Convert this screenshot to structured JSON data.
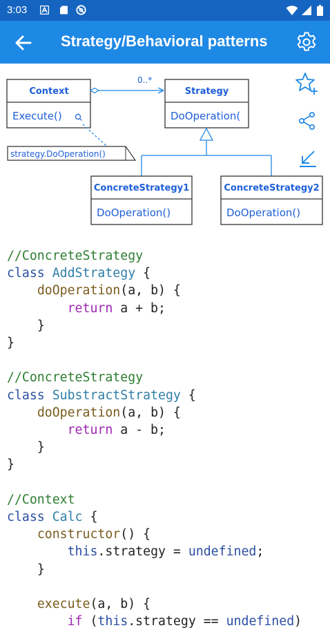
{
  "status_bar": {
    "time": "3:03",
    "icons": [
      "notification-a-icon",
      "sd-card-icon",
      "no-disturb-icon",
      "wifi-icon",
      "signal-icon",
      "battery-icon"
    ]
  },
  "app_bar": {
    "title": "Strategy/Behavioral patterns",
    "back_icon": "arrow-left-icon",
    "settings_icon": "gear-icon"
  },
  "diagram": {
    "context": {
      "name": "Context",
      "method": "Execute()"
    },
    "strategy": {
      "name": "Strategy",
      "method": "DoOperation("
    },
    "multiplicity": "0..*",
    "note": "strategy.DoOperation()",
    "concrete1": {
      "name": "ConcreteStrategy1",
      "method": "DoOperation()"
    },
    "concrete2": {
      "name": "ConcreteStrategy2",
      "method": "DoOperation()"
    }
  },
  "side_actions": [
    "star-add-icon",
    "share-icon",
    "collapse-icon"
  ],
  "code": {
    "c1": "//ConcreteStrategy",
    "k1": "class ",
    "n1": "AddStrategy",
    "b1": " {",
    "f1": "doOperation",
    "a1": "(a, b) {",
    "r1": "return",
    "e1": " a + b;",
    "close": "}",
    "c2": "//ConcreteStrategy",
    "k2": "class ",
    "n2": "SubstractStrategy",
    "b2": " {",
    "f2": "doOperation",
    "a2": "(a, b) {",
    "r2": "return",
    "e2": " a - b;",
    "c3": "//Context",
    "k3": "class ",
    "n3": "Calc",
    "b3": " {",
    "f3": "constructor",
    "a3": "() {",
    "this_kw": "this",
    "s3": ".strategy = ",
    "undef": "undefined",
    "semi": ";",
    "f4": "execute",
    "a4": "(a, b) {",
    "if_kw": "if",
    "i4": " (",
    "s4": ".strategy == ",
    "p4": ")"
  }
}
